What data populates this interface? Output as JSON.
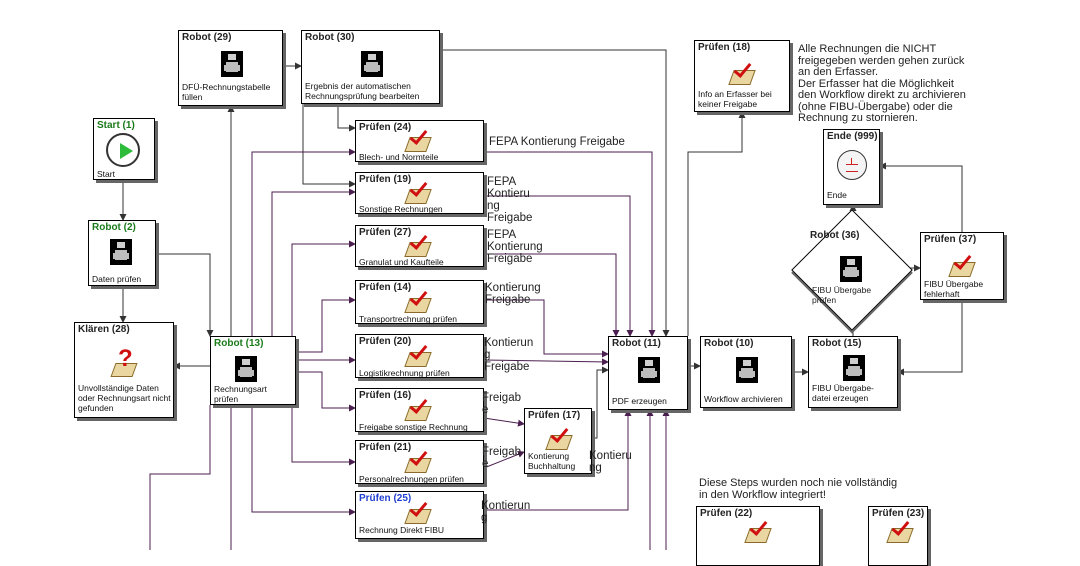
{
  "nodes": {
    "start1": {
      "title": "Start (1)",
      "label": "Start"
    },
    "robot2": {
      "title": "Robot (2)",
      "label": "Daten prüfen"
    },
    "klaeren28": {
      "title": "Klären (28)",
      "label": "Unvollständige Daten oder Rechnungsart nicht gefunden"
    },
    "robot13": {
      "title": "Robot (13)",
      "label": "Rechnungsart prüfen"
    },
    "robot29": {
      "title": "Robot (29)",
      "label": "DFÜ-Rechnungstabelle füllen"
    },
    "robot30": {
      "title": "Robot (30)",
      "label": "Ergebnis der automatischen Rechnungsprüfung bearbeiten"
    },
    "pruefen24": {
      "title": "Prüfen (24)",
      "label": "Blech- und Normteile"
    },
    "pruefen19": {
      "title": "Prüfen (19)",
      "label": "Sonstige Rechnungen"
    },
    "pruefen27": {
      "title": "Prüfen (27)",
      "label": "Granulat und Kaufteile"
    },
    "pruefen14": {
      "title": "Prüfen (14)",
      "label": "Transportrechnung prüfen"
    },
    "pruefen20": {
      "title": "Prüfen (20)",
      "label": "Logistikrechnung prüfen"
    },
    "pruefen16": {
      "title": "Prüfen (16)",
      "label": "Freigabe sonstige Rechnung"
    },
    "pruefen21": {
      "title": "Prüfen (21)",
      "label": "Personalrechnungen prüfen"
    },
    "pruefen25": {
      "title": "Prüfen (25)",
      "label": "Rechnung Direkt FIBU"
    },
    "pruefen17": {
      "title": "Prüfen (17)",
      "label": "Kontierung Buchhaltung"
    },
    "robot11": {
      "title": "Robot (11)",
      "label": "PDF erzeugen"
    },
    "robot10": {
      "title": "Robot (10)",
      "label": "Workflow archivieren"
    },
    "robot15": {
      "title": "Robot (15)",
      "label": "FIBU Übergabe-datei erzeugen"
    },
    "robot36": {
      "title": "Robot (36)",
      "label": "FIBU Übergabe prüfen"
    },
    "pruefen37": {
      "title": "Prüfen (37)",
      "label": "FIBU Übergabe fehlerhaft"
    },
    "ende999": {
      "title": "Ende (999)",
      "label": "Ende"
    },
    "pruefen18": {
      "title": "Prüfen (18)",
      "label": "Info an Erfasser bei keiner Freigabe"
    },
    "pruefen22": {
      "title": "Prüfen (22)"
    },
    "pruefen23": {
      "title": "Prüfen (23)"
    }
  },
  "edge_labels": {
    "fepa24": "FEPA Kontierung Freigabe",
    "fepa19": "FEPA\nKontieru\nng\nFreigabe",
    "fepa27": "FEPA\nKontierung\nFreigabe",
    "kf14": "Kontierung\nFreigabe",
    "kf20": "Kontierun\ng\nFreigabe",
    "fg16": "Freigab\ne",
    "fg21": "Freigab\ne",
    "k17": "Kontieru\nng",
    "k25": "Kontierun\ng"
  },
  "notes": {
    "info": "Alle Rechnungen die NICHT\nfreigegeben werden gehen zurück\nan den Erfasser.\nDer Erfasser hat die Möglichkeit\nden Workflow direkt zu archivieren\n(ohne FIBU-Übergabe) oder die\nRechnung zu stornieren.",
    "steps": "Diese Steps wurden noch nie vollständig\nin den Workflow integriert!"
  },
  "colors": {
    "edge": "#4b1f4f",
    "edge_dark": "#333333",
    "start_title": "#1a7a1a",
    "blue_title": "#1f3fd0"
  }
}
